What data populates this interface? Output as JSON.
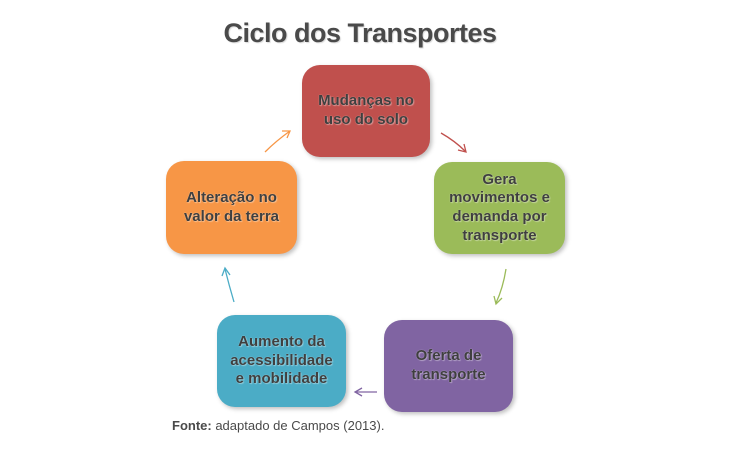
{
  "title": "Ciclo dos Transportes",
  "colors": {
    "red": "#c0504d",
    "green": "#9bbb59",
    "purple": "#8064a2",
    "blue": "#4bacc6",
    "orange": "#f79646"
  },
  "nodes": [
    {
      "id": "land-use",
      "label": "Mudanças no uso do solo",
      "color": "#c0504d"
    },
    {
      "id": "movement",
      "label": "Gera movimentos e demanda por transporte",
      "color": "#9bbb59"
    },
    {
      "id": "offer",
      "label": "Oferta de transporte",
      "color": "#8064a2"
    },
    {
      "id": "access",
      "label": "Aumento da acessibilidade e mobilidade",
      "color": "#4bacc6"
    },
    {
      "id": "land-value",
      "label": "Alteração no valor da terra",
      "color": "#f79646"
    }
  ],
  "source": {
    "prefix": "Fonte:",
    "text": " adaptado de Campos (2013)."
  }
}
